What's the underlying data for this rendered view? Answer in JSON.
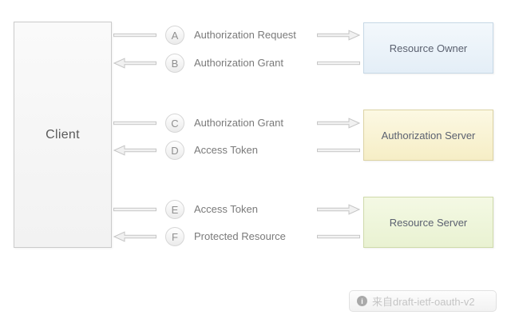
{
  "diagram": {
    "client": {
      "label": "Client"
    },
    "entities": [
      {
        "id": "resource-owner",
        "label": "Resource Owner",
        "fill": "#e9f1f8",
        "border": "#c6d8e6"
      },
      {
        "id": "authorization-server",
        "label": "Authorization Server",
        "fill": "#f9f2cd",
        "border": "#dcd3a4"
      },
      {
        "id": "resource-server",
        "label": "Resource Server",
        "fill": "#edf4d7",
        "border": "#cfdaab"
      }
    ],
    "flows": [
      {
        "step": "A",
        "label": "Authorization Request",
        "direction": "client-to-entity"
      },
      {
        "step": "B",
        "label": "Authorization Grant",
        "direction": "entity-to-client"
      },
      {
        "step": "C",
        "label": "Authorization Grant",
        "direction": "client-to-entity"
      },
      {
        "step": "D",
        "label": "Access Token",
        "direction": "entity-to-client"
      },
      {
        "step": "E",
        "label": "Access Token",
        "direction": "client-to-entity"
      },
      {
        "step": "F",
        "label": "Protected Resource",
        "direction": "entity-to-client"
      }
    ],
    "badge": {
      "icon": "info-icon",
      "icon_glyph": "i",
      "text": "来自draft-ietf-oauth-v2"
    },
    "colors": {
      "arrow_stroke": "#c6c6c6",
      "arrow_fill": "#f2f2f2",
      "client_fill": "#f5f5f5"
    }
  }
}
